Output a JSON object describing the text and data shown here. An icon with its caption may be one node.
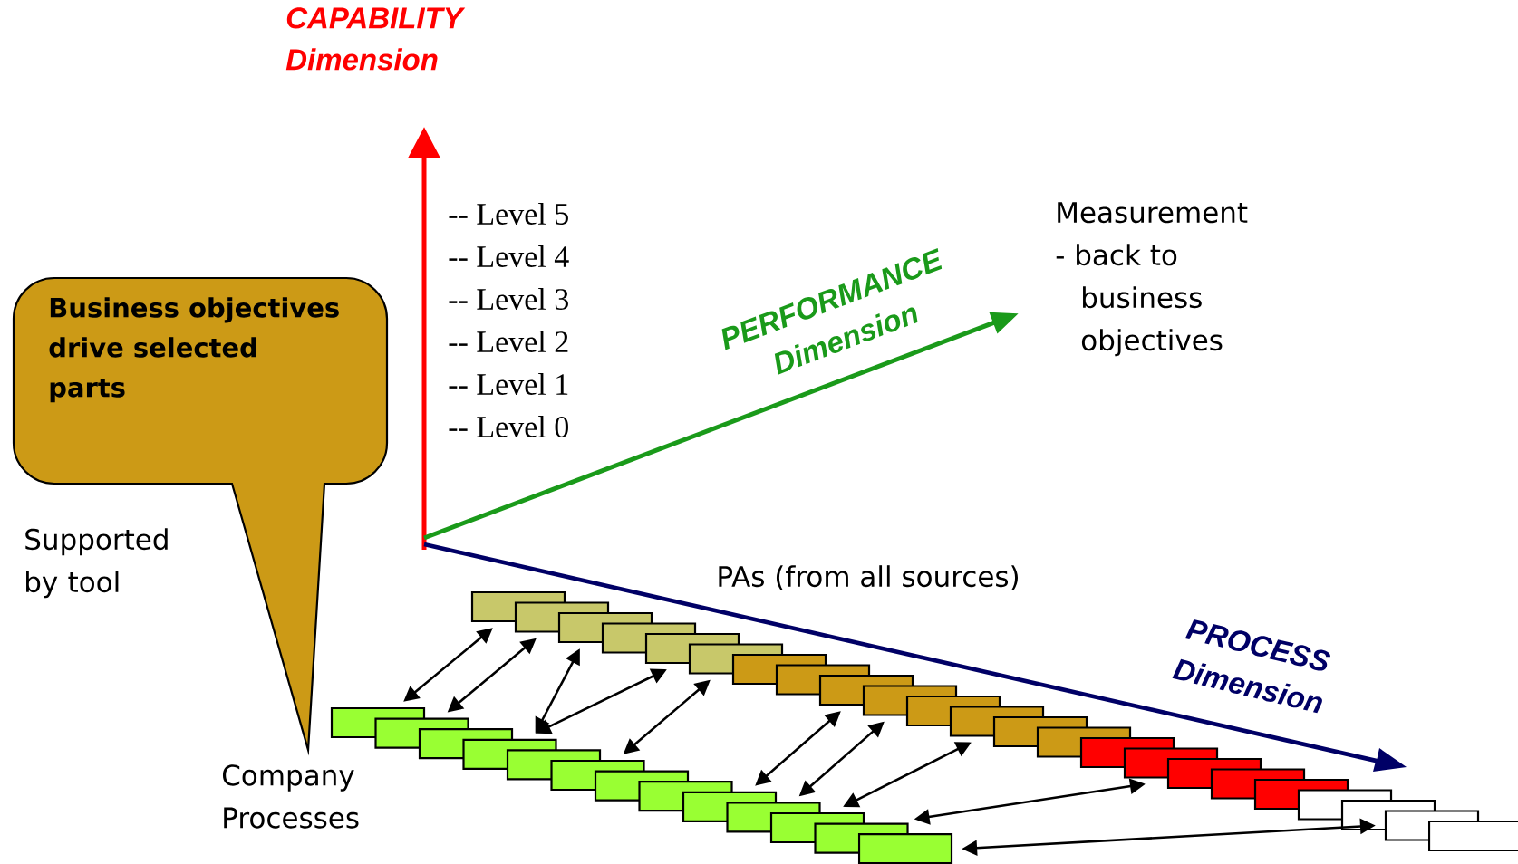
{
  "diagram": {
    "nodes": [
      {
        "text": [
          "Business objectives drive selected parts"
        ]
      },
      {
        "text": [],
        "shape": "bar"
      },
      {
        "text": [],
        "shape": "bar"
      },
      {
        "text": [],
        "shape": "bar"
      },
      {
        "text": [],
        "shape": "bar"
      },
      {
        "text": [],
        "shape": "bar"
      },
      {
        "text": [],
        "shape": "bar"
      },
      {
        "text": [],
        "shape": "bar"
      },
      {
        "text": [],
        "shape": "bar"
      },
      {
        "text": [],
        "shape": "bar"
      },
      {
        "text": [],
        "shape": "bar"
      },
      {
        "text": [],
        "shape": "bar"
      },
      {
        "text": [],
        "shape": "bar"
      },
      {
        "text": [],
        "shape": "bar"
      },
      {
        "text": [],
        "shape": "bar"
      },
      {
        "text": [],
        "shape": "bar"
      },
      {
        "text": [],
        "shape": "bar"
      },
      {
        "text": [],
        "shape": "bar"
      },
      {
        "text": [],
        "shape": "bar"
      },
      {
        "text": [],
        "shape": "bar"
      },
      {
        "text": [],
        "shape": "bar"
      },
      {
        "text": [],
        "shape": "bar"
      },
      {
        "text": [],
        "shape": "bar"
      },
      {
        "text": [],
        "shape": "bar"
      },
      {
        "text": [],
        "shape": "bar"
      },
      {
        "text": [],
        "shape": "bar"
      },
      {
        "text": [],
        "shape": "bar"
      },
      {
        "text": [],
        "shape": "bar"
      },
      {
        "text": [],
        "shape": "bar"
      },
      {
        "text": [],
        "shape": "bar"
      },
      {
        "text": [],
        "shape": "bar"
      },
      {
        "text": [],
        "shape": "bar"
      },
      {
        "text": [],
        "shape": "bar"
      },
      {
        "text": [],
        "shape": "bar"
      },
      {
        "text": [],
        "shape": "bar"
      },
      {
        "text": [],
        "shape": "bar"
      },
      {
        "text": [],
        "shape": "bar"
      }
    ],
    "edges": [
      {
        "from": 24,
        "to": 1,
        "arrow": "both"
      },
      {
        "from": 25,
        "to": 2,
        "arrow": "both"
      },
      {
        "from": 27,
        "to": 3,
        "arrow": "both"
      },
      {
        "from": 27,
        "to": 5,
        "arrow": "both"
      },
      {
        "from": 29,
        "to": 6,
        "arrow": "both"
      },
      {
        "from": 32,
        "to": 9,
        "arrow": "both"
      },
      {
        "from": 33,
        "to": 10,
        "arrow": "both"
      },
      {
        "from": 34,
        "to": 12,
        "arrow": "both"
      },
      {
        "from": 35,
        "to": 16,
        "arrow": "both"
      },
      {
        "from": 36,
        "to": 22,
        "arrow": "both"
      }
    ],
    "labels": [
      "CAPABILITY Dimension",
      "-- Level 5",
      "-- Level 4",
      "-- Level 3",
      "-- Level 2",
      "-- Level 1",
      "-- Level 0",
      "PERFORMANCE Dimension",
      "Measurement - back to business objectives",
      "Supported by tool",
      "PAs (from all sources)",
      "PROCESS Dimension",
      "Company Processes"
    ]
  }
}
